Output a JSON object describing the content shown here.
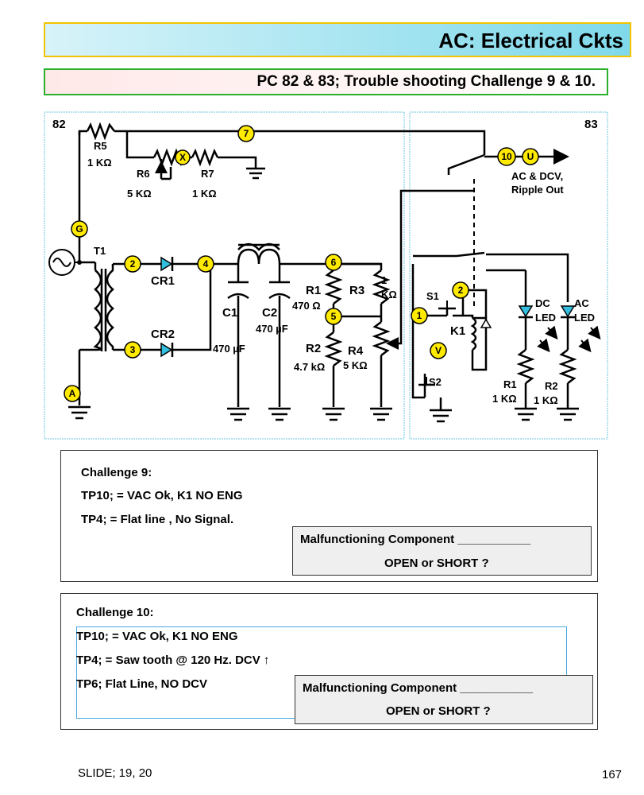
{
  "header": {
    "title": "AC: Electrical Ckts",
    "subtitle": "PC 82 & 83; Trouble shooting Challenge 9 & 10."
  },
  "diagram": {
    "panel_left_label": "82",
    "panel_right_label": "83",
    "components": {
      "r5": "R5",
      "r5_value": "1 KΩ",
      "r6": "R6",
      "r6_value": "5 KΩ",
      "r7": "R7",
      "r7_value": "1 KΩ",
      "t1": "T1",
      "cr1": "CR1",
      "cr2": "CR2",
      "c1": "C1",
      "c2": "C2",
      "c2_value": "470 µF",
      "c1_value": "470 µF",
      "r1": "R1",
      "r1_value": "470 Ω",
      "r2": "R2",
      "r2_value": "4.7 kΩ",
      "r3": "R3",
      "r3_value_1": "1",
      "r3_value_2": "KΩ",
      "r4": "R4",
      "r4_value": "5 KΩ",
      "s1": "S1",
      "s2": "S2",
      "k1": "K1",
      "dc_led_1": "DC",
      "dc_led_2": "LED",
      "ac_led_1": "AC",
      "ac_led_2": "LED",
      "r1_right": "R1",
      "r1_right_value": "1 KΩ",
      "r2_right": "R2",
      "r2_right_value": "1 KΩ",
      "output_1": "AC & DCV,",
      "output_2": "Ripple Out"
    },
    "test_points": {
      "tp7": "7",
      "tpX": "X",
      "tpG": "G",
      "tpA": "A",
      "tp2": "2",
      "tp3": "3",
      "tp4": "4",
      "tp6": "6",
      "tp5": "5",
      "tp10": "10",
      "tpU": "U",
      "tp1": "1",
      "tp2_right": "2",
      "tpV": "V"
    },
    "colors": {
      "test_point": "#ffea00",
      "diode": "#33c0e0",
      "panel_border": "#6ec6e0"
    }
  },
  "challenge9": {
    "title": "Challenge 9:",
    "line1": "TP10; = VAC Ok, K1 NO ENG",
    "line2": "TP4; = Flat line , No Signal.",
    "malfunction": "Malfunctioning Component ___________",
    "open_short": "OPEN or SHORT ?"
  },
  "challenge10": {
    "title": "Challenge 10:",
    "line1": "TP10; = VAC Ok,  K1 NO ENG",
    "line2": "TP4; = Saw tooth @ 120 Hz.  DCV ↑",
    "line3": "TP6; Flat Line, NO  DCV",
    "malfunction": "Malfunctioning Component ___________",
    "open_short": "OPEN or SHORT ?"
  },
  "footer": {
    "slide": "SLIDE; 19, 20",
    "page": "167"
  }
}
